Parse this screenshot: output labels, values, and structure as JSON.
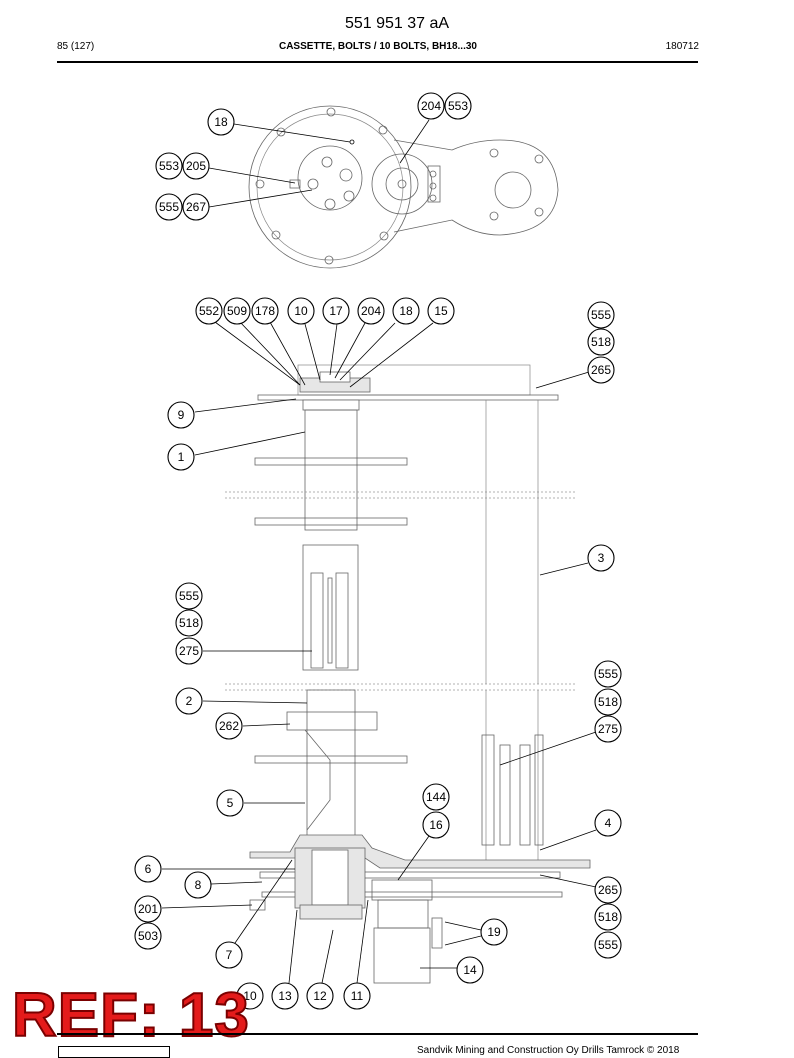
{
  "header": {
    "title": "551 951 37 aA",
    "page": "85 (127)",
    "section": "CASSETTE, BOLTS / 10 BOLTS, BH18...30",
    "date_code": "180712"
  },
  "callouts": {
    "top_view": [
      "18",
      "204",
      "553",
      "553",
      "205",
      "555",
      "267"
    ],
    "main_view": [
      "552",
      "509",
      "178",
      "10",
      "17",
      "204",
      "18",
      "15",
      "555",
      "518",
      "265",
      "9",
      "1",
      "3",
      "555",
      "518",
      "275",
      "555",
      "518",
      "275",
      "2",
      "262",
      "5",
      "144",
      "16",
      "4",
      "6",
      "8",
      "201",
      "503",
      "7",
      "265",
      "518",
      "555",
      "19",
      "14",
      "10",
      "13",
      "12",
      "11"
    ]
  },
  "ref_badge": "REF: 13",
  "footer": {
    "copyright": "Sandvik Mining and Construction Oy Drills Tamrock © 2018"
  }
}
